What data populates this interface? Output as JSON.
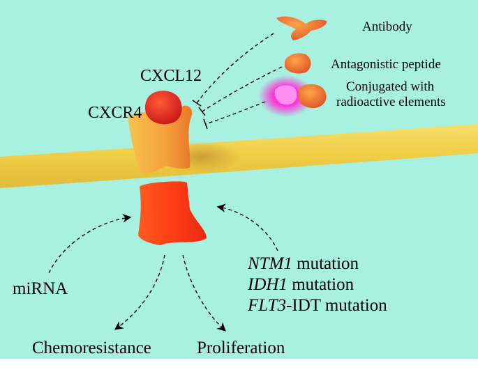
{
  "labels": {
    "antibody": "Antibody",
    "antagonistic_peptide": "Antagonistic peptide",
    "conjugated_line1": "Conjugated with",
    "conjugated_line2": "radioactive elements",
    "cxcl12": "CXCL12",
    "cxcr4": "CXCR4",
    "mirna": "miRNA",
    "chemoresistance": "Chemoresistance",
    "proliferation": "Proliferation"
  },
  "mutations": [
    {
      "gene": "NTM1",
      "suffix": " mutation"
    },
    {
      "gene": "IDH1",
      "suffix": " mutation"
    },
    {
      "gene": "FLT3",
      "suffix": "-IDT mutation"
    }
  ],
  "colors": {
    "background": "#a8f0df",
    "membrane": "#f2d34e",
    "receptor_upper": "#f2a33a",
    "receptor_lower": "#ff3a18",
    "ligand": "#e8281e",
    "antibody": "#f59a2e",
    "radioactive_glow": "#ff2fd8"
  }
}
